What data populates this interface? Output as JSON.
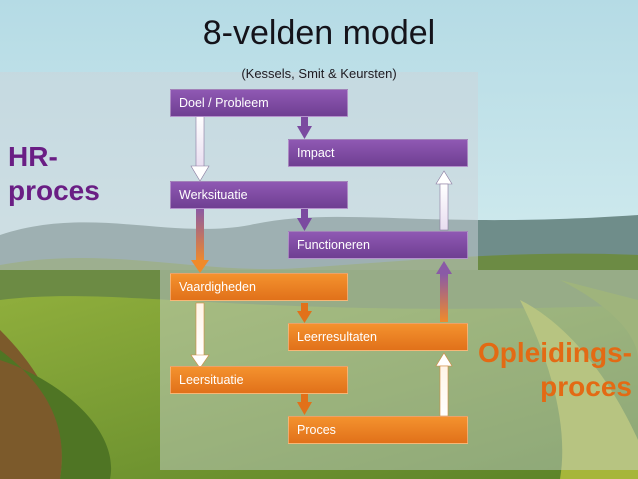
{
  "title": "8-velden model",
  "subtitle": "(Kessels, Smit & Keursten)",
  "side_labels": {
    "hr": [
      "HR-",
      "proces"
    ],
    "opleidings": [
      "Opleidings-",
      "proces"
    ]
  },
  "boxes": {
    "doel": "Doel / Probleem",
    "impact": "Impact",
    "werksituatie": "Werksituatie",
    "functioneren": "Functioneren",
    "vaardigheden": "Vaardigheden",
    "leerresultaten": "Leerresultaten",
    "leersituatie": "Leersituatie",
    "proces": "Proces"
  },
  "colors": {
    "purple": "#7b4aa0",
    "orange": "#ec7d22",
    "hr_label": "#6a1e84",
    "opleidings_label": "#e36a14"
  }
}
